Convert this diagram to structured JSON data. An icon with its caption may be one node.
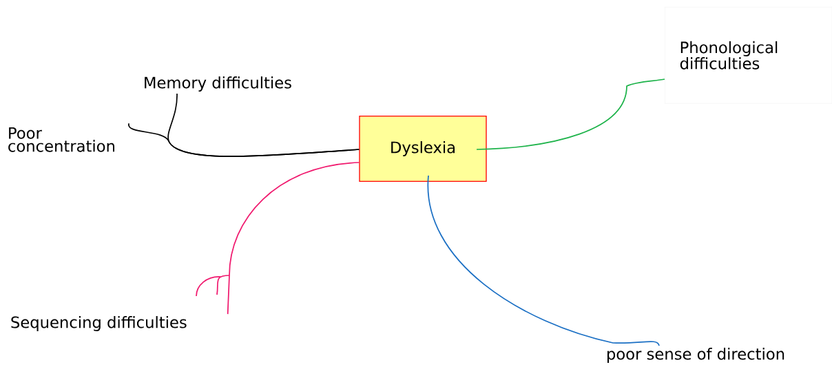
{
  "diagram": {
    "nodes": [
      {
        "text": [
          "Dyslexia"
        ]
      },
      {
        "text": [
          "Memory difficulties"
        ]
      },
      {
        "text": [
          "Poor concentration"
        ]
      },
      {
        "text": [
          "Phonological difficulties"
        ]
      },
      {
        "text": [
          "Sequencing difficulties"
        ]
      },
      {
        "text": [
          "poor sense of direction"
        ]
      }
    ],
    "edges": [
      {
        "from": 0,
        "to": 1,
        "arrow": "none",
        "color": "#000000"
      },
      {
        "from": 0,
        "to": 2,
        "arrow": "none",
        "color": "#000000"
      },
      {
        "from": 0,
        "to": 3,
        "arrow": "none",
        "color": "#1db34a"
      },
      {
        "from": 0,
        "to": 4,
        "arrow": "none",
        "color": "#f0196e"
      },
      {
        "from": 0,
        "to": 5,
        "arrow": "none",
        "color": "#1a6fc4"
      }
    ]
  }
}
